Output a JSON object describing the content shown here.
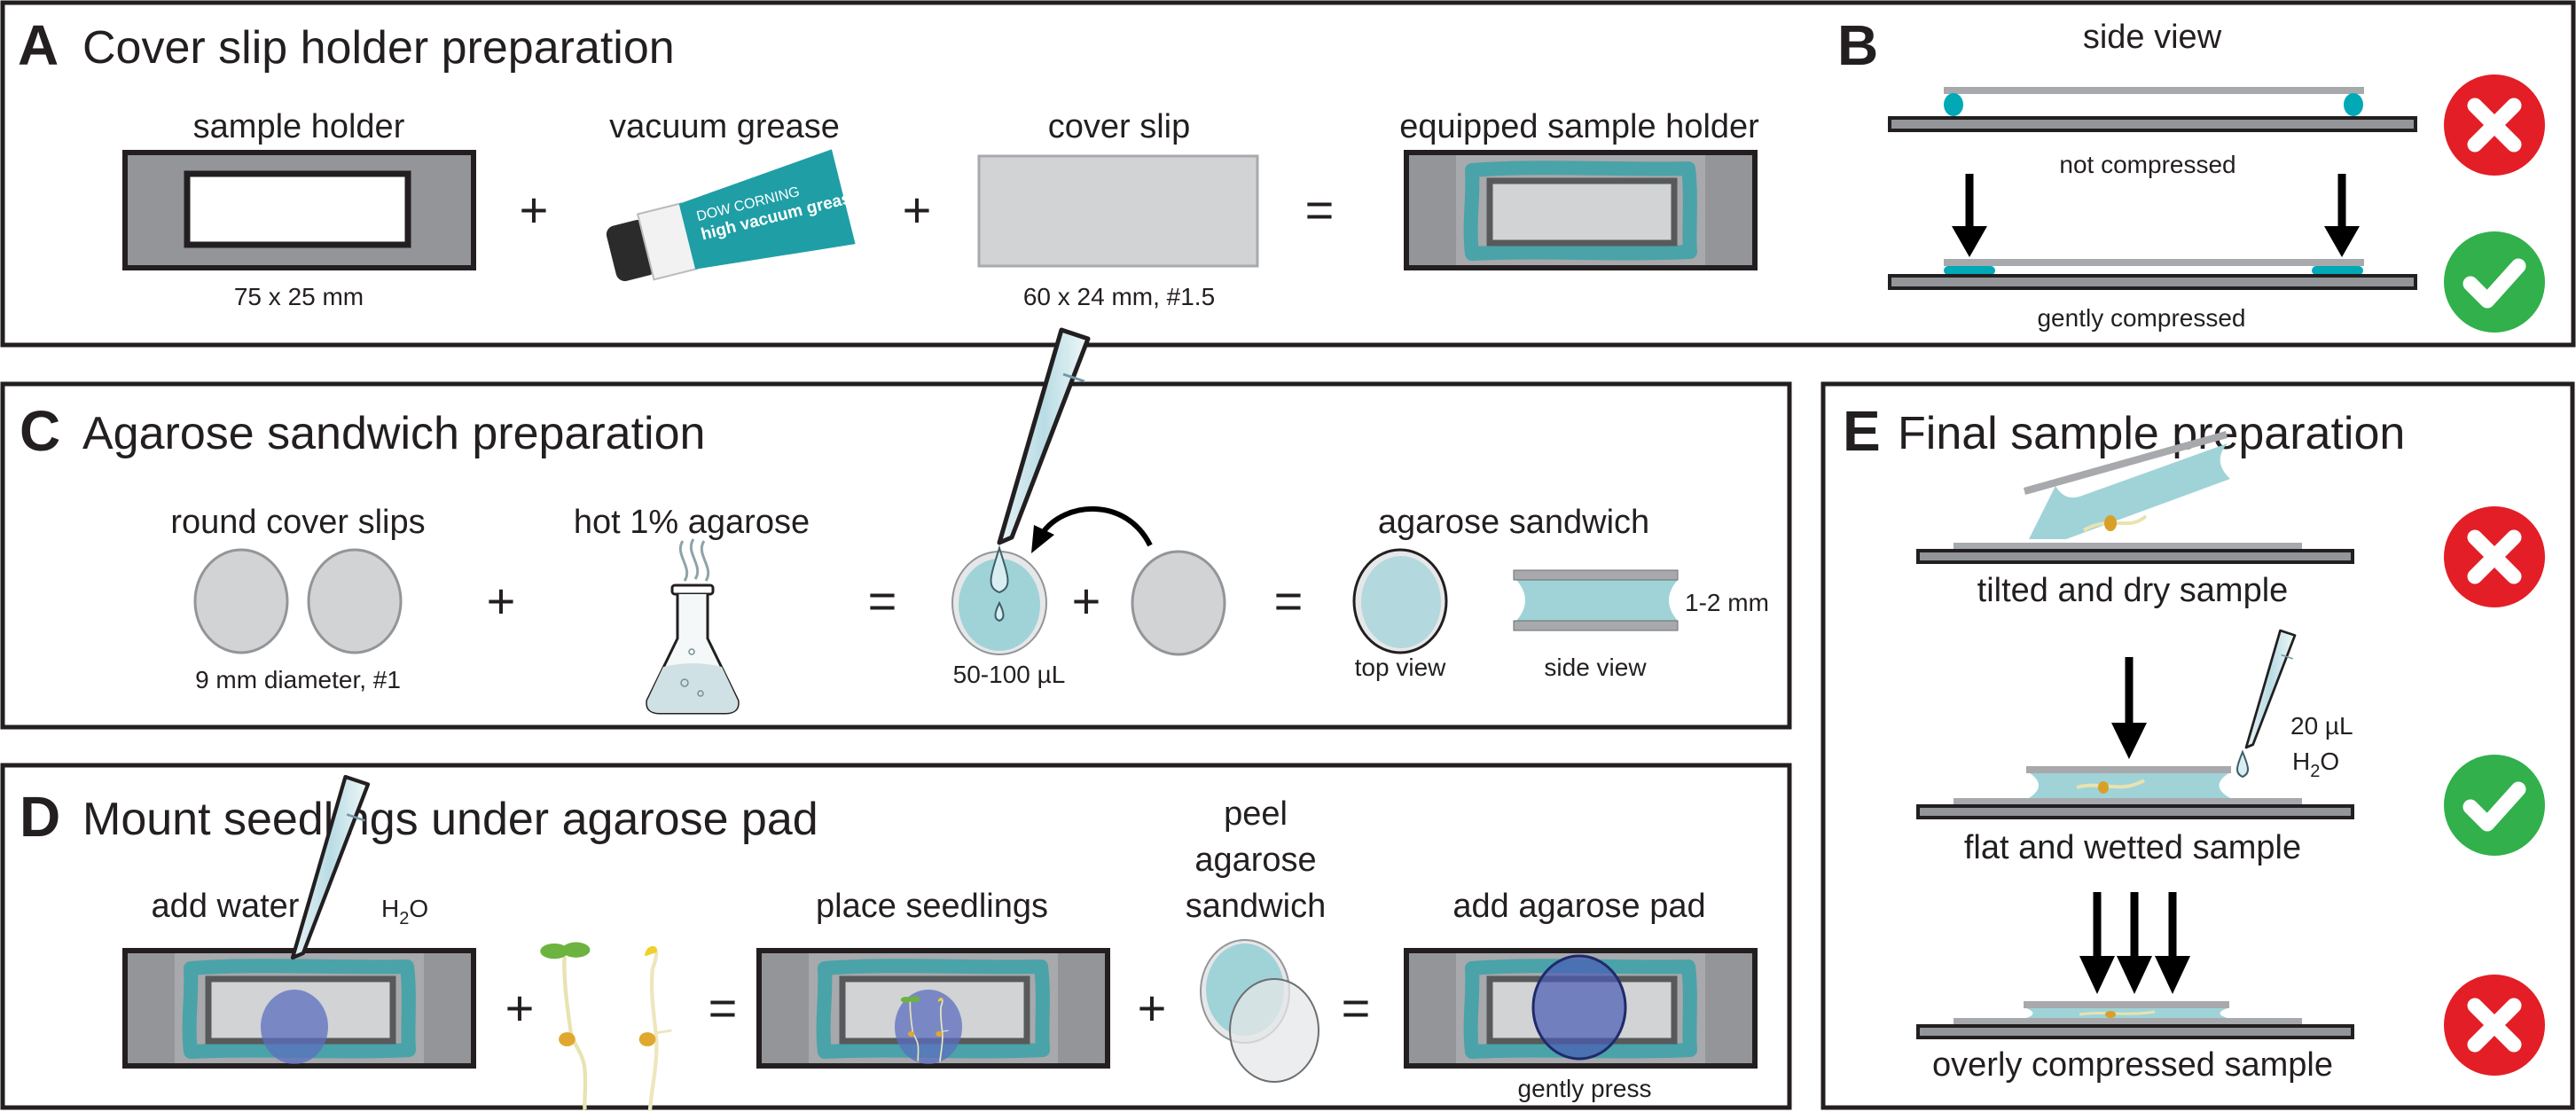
{
  "figure": {
    "colors": {
      "border": "#231f20",
      "holder_gray": "#939598",
      "glass_gray": "#d1d3d4",
      "grease_teal": "#4aa3a8",
      "blob_teal": "#00a9b5",
      "agarose_blue": "#9fd3d8",
      "water_blue": "#6b7fc4",
      "bad_red": "#e31e26",
      "good_green": "#31b04b"
    }
  },
  "panel_a": {
    "letter": "A",
    "title": "Cover slip holder preparation",
    "items": [
      {
        "label": "sample holder",
        "caption": "75 x 25 mm"
      },
      {
        "label": "vacuum grease",
        "caption": ""
      },
      {
        "label": "cover slip",
        "caption": "60 x 24 mm, #1.5"
      },
      {
        "label": "equipped sample holder",
        "caption": ""
      }
    ],
    "operators": [
      "+",
      "+",
      "="
    ],
    "tube_text": {
      "brand": "DOW CORNING",
      "product": "high vacuum grease"
    }
  },
  "panel_b": {
    "letter": "B",
    "title": "side view",
    "states": [
      {
        "label": "not compressed",
        "verdict": "wrong",
        "icon": "x-icon"
      },
      {
        "label": "gently compressed",
        "verdict": "correct",
        "icon": "check-icon"
      }
    ]
  },
  "panel_c": {
    "letter": "C",
    "title": "Agarose sandwich preparation",
    "round_slips": {
      "label": "round cover slips",
      "caption": "9 mm diameter, #1"
    },
    "agarose": {
      "label": "hot 1% agarose"
    },
    "drop": {
      "caption": "50-100 µL"
    },
    "result": {
      "label": "agarose sandwich",
      "top_caption": "top view",
      "side_caption": "side view",
      "thickness": "1-2 mm"
    },
    "operators": [
      "+",
      "=",
      "+",
      "="
    ]
  },
  "panel_d": {
    "letter": "D",
    "title": "Mount seedlings under agarose pad",
    "steps": [
      {
        "label": "add water",
        "reagent": "H",
        "reagent_sub": "2",
        "reagent_tail": "O"
      },
      {
        "label": "place seedlings"
      },
      {
        "label_lines": [
          "peel",
          "agarose",
          "sandwich"
        ]
      },
      {
        "label": "add agarose pad",
        "caption": "gently press"
      }
    ],
    "operators": [
      "+",
      "=",
      "+",
      "="
    ]
  },
  "panel_e": {
    "letter": "E",
    "title": "Final sample preparation",
    "states": [
      {
        "label": "tilted and dry sample",
        "verdict": "wrong"
      },
      {
        "label": "flat and wetted sample",
        "verdict": "correct",
        "volume": "20 µL",
        "reagent": "H",
        "reagent_sub": "2",
        "reagent_tail": "O"
      },
      {
        "label": "overly compressed sample",
        "verdict": "wrong"
      }
    ]
  }
}
